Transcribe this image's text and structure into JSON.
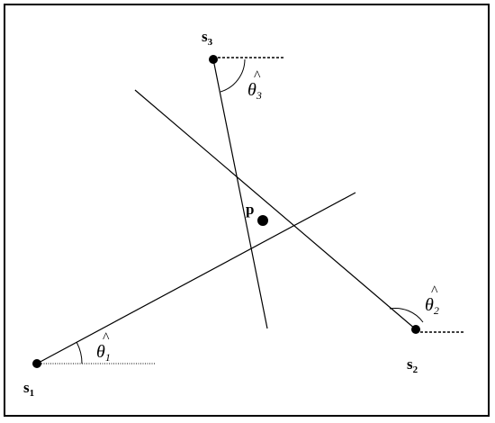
{
  "diagram": {
    "sensors": [
      {
        "id": "s1",
        "label": "s",
        "sub": "1"
      },
      {
        "id": "s2",
        "label": "s",
        "sub": "2"
      },
      {
        "id": "s3",
        "label": "s",
        "sub": "3"
      }
    ],
    "target": {
      "label": "p"
    },
    "angles": [
      {
        "sensor": "s1",
        "symbol": "θ",
        "hat": "^",
        "sub": "1"
      },
      {
        "sensor": "s2",
        "symbol": "θ",
        "hat": "^",
        "sub": "2"
      },
      {
        "sensor": "s3",
        "symbol": "θ",
        "hat": "^",
        "sub": "3"
      }
    ]
  }
}
